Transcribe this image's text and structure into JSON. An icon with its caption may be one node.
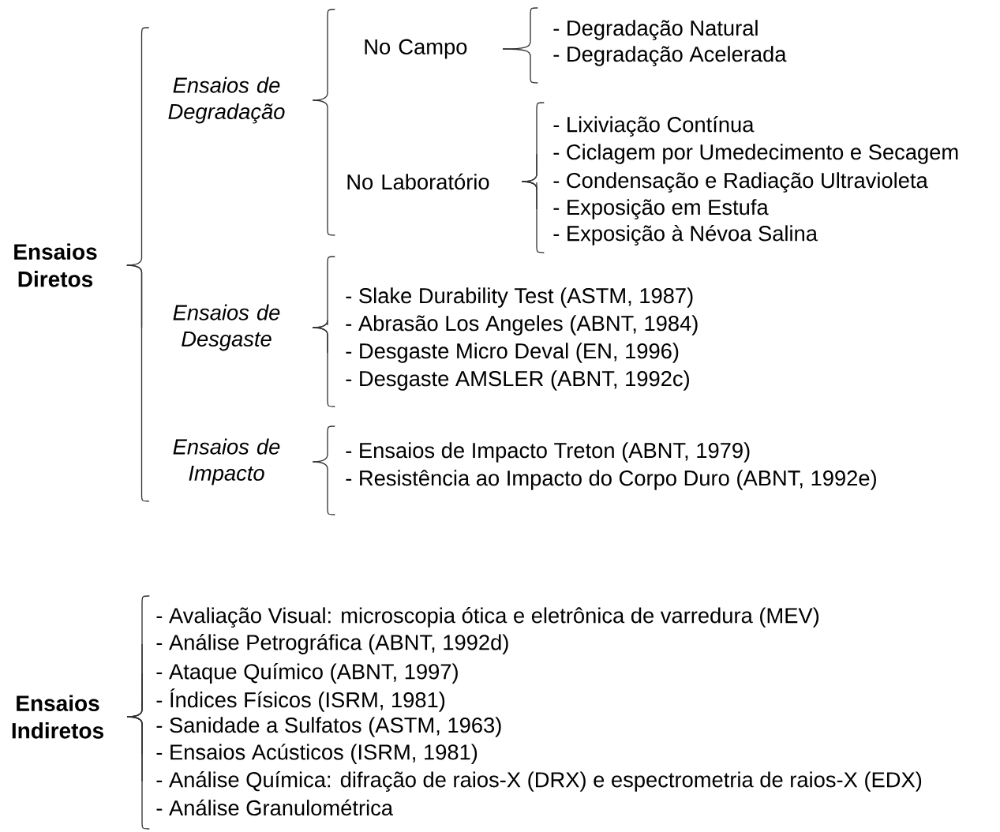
{
  "diagram": {
    "nodes": [
      {
        "text": [
          "Ensaios Diretos"
        ]
      },
      {
        "text": [
          "Ensaios de Degradação"
        ]
      },
      {
        "text": [
          "No Campo"
        ]
      },
      {
        "text": [
          "- Degradação Natural"
        ]
      },
      {
        "text": [
          "- Degradação Acelerada"
        ]
      },
      {
        "text": [
          "No Laboratório"
        ]
      },
      {
        "text": [
          "- Lixiviação Contínua"
        ]
      },
      {
        "text": [
          "- Ciclagem por Umedecimento e Secagem"
        ]
      },
      {
        "text": [
          "- Condensação e Radiação Ultravioleta"
        ]
      },
      {
        "text": [
          "- Exposição em Estufa"
        ]
      },
      {
        "text": [
          "- Exposição à Névoa Salina"
        ]
      },
      {
        "text": [
          "Ensaios de Desgaste"
        ]
      },
      {
        "text": [
          "- Slake Durability Test (ASTM, 1987)"
        ]
      },
      {
        "text": [
          "- Abrasão Los Angeles (ABNT, 1984)"
        ]
      },
      {
        "text": [
          "- Desgaste Micro Deval (EN, 1996)"
        ]
      },
      {
        "text": [
          "- Desgaste AMSLER (ABNT, 1992c)"
        ]
      },
      {
        "text": [
          "Ensaios de Impacto"
        ]
      },
      {
        "text": [
          "- Ensaios de Impacto Treton (ABNT, 1979)"
        ]
      },
      {
        "text": [
          "- Resistência ao Impacto do Corpo Duro (ABNT, 1992e)"
        ]
      },
      {
        "text": [
          "Ensaios Indiretos"
        ]
      },
      {
        "text": [
          "- Avaliação Visual: microscopia ótica e eletrônica de varredura (MEV)"
        ]
      },
      {
        "text": [
          "- Análise Petrográfica (ABNT, 1992d)"
        ]
      },
      {
        "text": [
          "- Ataque Químico (ABNT, 1997)"
        ]
      },
      {
        "text": [
          "- Índices Físicos (ISRM, 1981)"
        ]
      },
      {
        "text": [
          "- Sanidade a Sulfatos (ASTM, 1963)"
        ]
      },
      {
        "text": [
          "- Ensaios Acústicos (ISRM, 1981)"
        ]
      },
      {
        "text": [
          "- Análise Química: difração de raios-X (DRX) e espectrometria de raios-X (EDX)"
        ]
      },
      {
        "text": [
          "- Análise Granulométrica"
        ]
      }
    ],
    "edges": [
      {
        "from": 0,
        "to": 1,
        "arrow": "none"
      },
      {
        "from": 0,
        "to": 11,
        "arrow": "none"
      },
      {
        "from": 0,
        "to": 16,
        "arrow": "none"
      },
      {
        "from": 1,
        "to": 2,
        "arrow": "none"
      },
      {
        "from": 1,
        "to": 5,
        "arrow": "none"
      },
      {
        "from": 2,
        "to": 3,
        "arrow": "none"
      },
      {
        "from": 2,
        "to": 4,
        "arrow": "none"
      },
      {
        "from": 5,
        "to": 6,
        "arrow": "none"
      },
      {
        "from": 5,
        "to": 7,
        "arrow": "none"
      },
      {
        "from": 5,
        "to": 8,
        "arrow": "none"
      },
      {
        "from": 5,
        "to": 9,
        "arrow": "none"
      },
      {
        "from": 5,
        "to": 10,
        "arrow": "none"
      },
      {
        "from": 11,
        "to": 12,
        "arrow": "none"
      },
      {
        "from": 11,
        "to": 13,
        "arrow": "none"
      },
      {
        "from": 11,
        "to": 14,
        "arrow": "none"
      },
      {
        "from": 11,
        "to": 15,
        "arrow": "none"
      },
      {
        "from": 16,
        "to": 17,
        "arrow": "none"
      },
      {
        "from": 16,
        "to": 18,
        "arrow": "none"
      },
      {
        "from": 19,
        "to": 20,
        "arrow": "none"
      },
      {
        "from": 19,
        "to": 21,
        "arrow": "none"
      },
      {
        "from": 19,
        "to": 22,
        "arrow": "none"
      },
      {
        "from": 19,
        "to": 23,
        "arrow": "none"
      },
      {
        "from": 19,
        "to": 24,
        "arrow": "none"
      },
      {
        "from": 19,
        "to": 25,
        "arrow": "none"
      },
      {
        "from": 19,
        "to": 26,
        "arrow": "none"
      },
      {
        "from": 19,
        "to": 27,
        "arrow": "none"
      }
    ]
  }
}
